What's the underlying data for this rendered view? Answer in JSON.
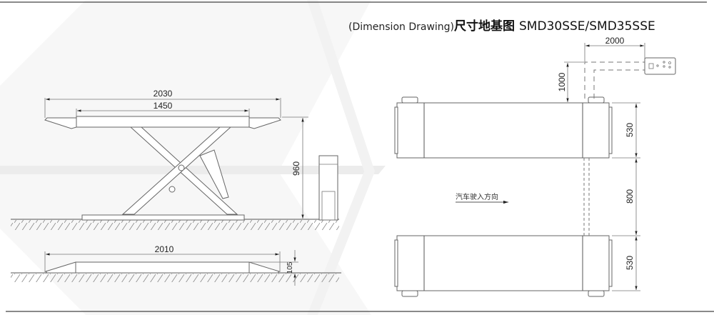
{
  "title": {
    "english": "(Dimension Drawing)",
    "chinese": "尺寸地基图",
    "model": "SMD30SSE/SMD35SSE"
  },
  "side_view_raised": {
    "overall_length": "2030",
    "platform_length": "1450",
    "raised_height": "960"
  },
  "side_view_lowered": {
    "overall_length": "2010",
    "lowered_height": "105"
  },
  "top_view": {
    "console_offset_x": "2000",
    "console_offset_y": "1000",
    "platform_width_top": "530",
    "gap_between_platforms": "800",
    "platform_width_bottom": "530",
    "drive_in_direction": "汽车驶入方向"
  },
  "colors": {
    "line": "#555555",
    "background_chevron": "#eeeeee"
  }
}
